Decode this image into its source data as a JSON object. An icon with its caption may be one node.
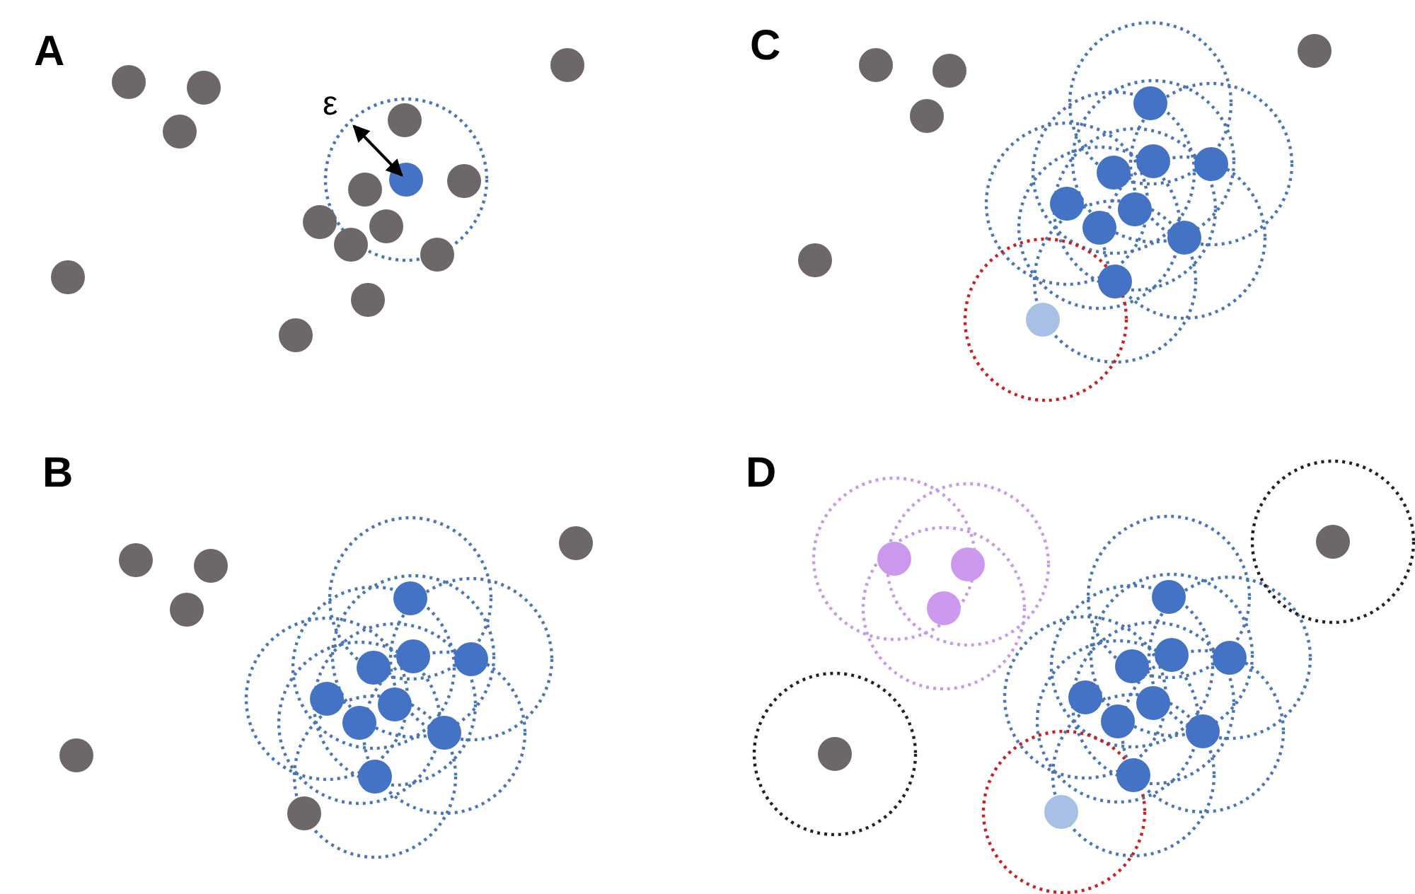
{
  "diagram": {
    "labels": [
      "A",
      "ε",
      "C",
      "B",
      "D"
    ]
  }
}
